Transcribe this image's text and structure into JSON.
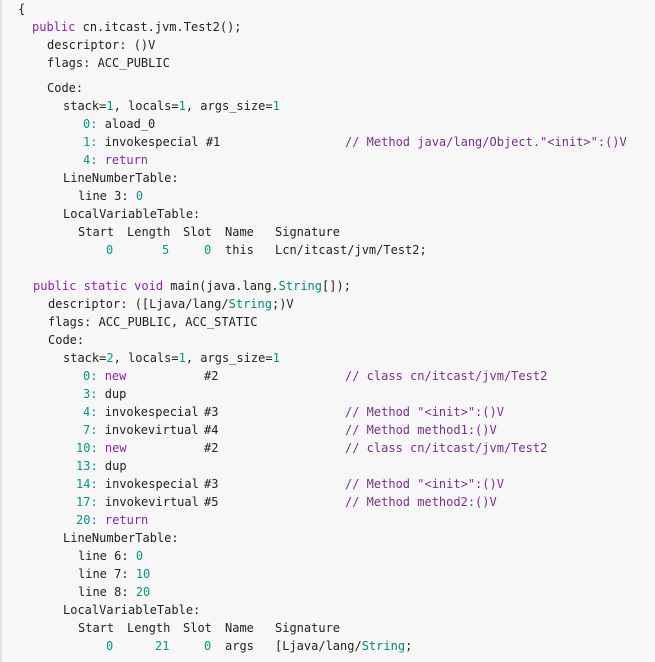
{
  "code": {
    "open_brace": "{",
    "ctor": {
      "modifier": "public",
      "name": "cn.itcast.jvm.Test2();",
      "descriptor": "descriptor: ()V",
      "flags": "flags: ACC_PUBLIC",
      "code_label": "Code:",
      "stack_label": "stack=",
      "stack": "1",
      "locals_label": ", locals=",
      "locals": "1",
      "args_label": ", args_size=",
      "args": "1",
      "instructions": [
        {
          "offset": "0:",
          "op": "aload_0",
          "arg": "",
          "comment": ""
        },
        {
          "offset": "1:",
          "op": "invokespecial #1",
          "arg": "",
          "comment": "// Method java/lang/Object.\"<init>\":()V"
        },
        {
          "offset": "4:",
          "op": "return",
          "arg": "",
          "comment": ""
        }
      ],
      "lnt_label": "LineNumberTable:",
      "lnt": [
        {
          "label": "line 3:",
          "value": "0"
        }
      ],
      "lvt_label": "LocalVariableTable:",
      "lvt_header": {
        "start": "Start",
        "length": "Length",
        "slot": "Slot",
        "name": "Name",
        "signature": "Signature"
      },
      "lvt_rows": [
        {
          "start": "0",
          "length": "5",
          "slot": "0",
          "name": "this",
          "signature": "Lcn/itcast/jvm/Test2;"
        }
      ]
    },
    "main": {
      "modifiers": "public static void",
      "name_pre": "main(java.lang.",
      "name_type": "String",
      "name_post": "[]);",
      "descriptor_pre": "descriptor: ([Ljava/lang/",
      "descriptor_type": "String",
      "descriptor_post": ";)V",
      "flags": "flags: ACC_PUBLIC, ACC_STATIC",
      "code_label": "Code:",
      "stack_label": "stack=",
      "stack": "2",
      "locals_label": ", locals=",
      "locals": "1",
      "args_label": ", args_size=",
      "args": "1",
      "instructions": [
        {
          "offset": "0:",
          "op": "new",
          "arg": "#2",
          "comment": "// class cn/itcast/jvm/Test2"
        },
        {
          "offset": "3:",
          "op": "dup",
          "arg": "",
          "comment": ""
        },
        {
          "offset": "4:",
          "op": "invokespecial",
          "arg": "#3",
          "comment": "// Method \"<init>\":()V"
        },
        {
          "offset": "7:",
          "op": "invokevirtual",
          "arg": "#4",
          "comment": "// Method method1:()V"
        },
        {
          "offset": "10:",
          "op": "new",
          "arg": "#2",
          "comment": "// class cn/itcast/jvm/Test2"
        },
        {
          "offset": "13:",
          "op": "dup",
          "arg": "",
          "comment": ""
        },
        {
          "offset": "14:",
          "op": "invokespecial",
          "arg": "#3",
          "comment": "// Method \"<init>\":()V"
        },
        {
          "offset": "17:",
          "op": "invokevirtual",
          "arg": "#5",
          "comment": "// Method method2:()V"
        },
        {
          "offset": "20:",
          "op": "return",
          "arg": "",
          "comment": ""
        }
      ],
      "lnt_label": "LineNumberTable:",
      "lnt": [
        {
          "label": "line 6:",
          "value": "0"
        },
        {
          "label": "line 7:",
          "value": "10"
        },
        {
          "label": "line 8:",
          "value": "20"
        }
      ],
      "lvt_label": "LocalVariableTable:",
      "lvt_header": {
        "start": "Start",
        "length": "Length",
        "slot": "Slot",
        "name": "Name",
        "signature": "Signature"
      },
      "lvt_rows": [
        {
          "start": "0",
          "length": "21",
          "slot": "0",
          "name": "args",
          "signature_pre": "[Ljava/lang/",
          "signature_type": "String",
          "signature_post": ";"
        }
      ]
    }
  }
}
